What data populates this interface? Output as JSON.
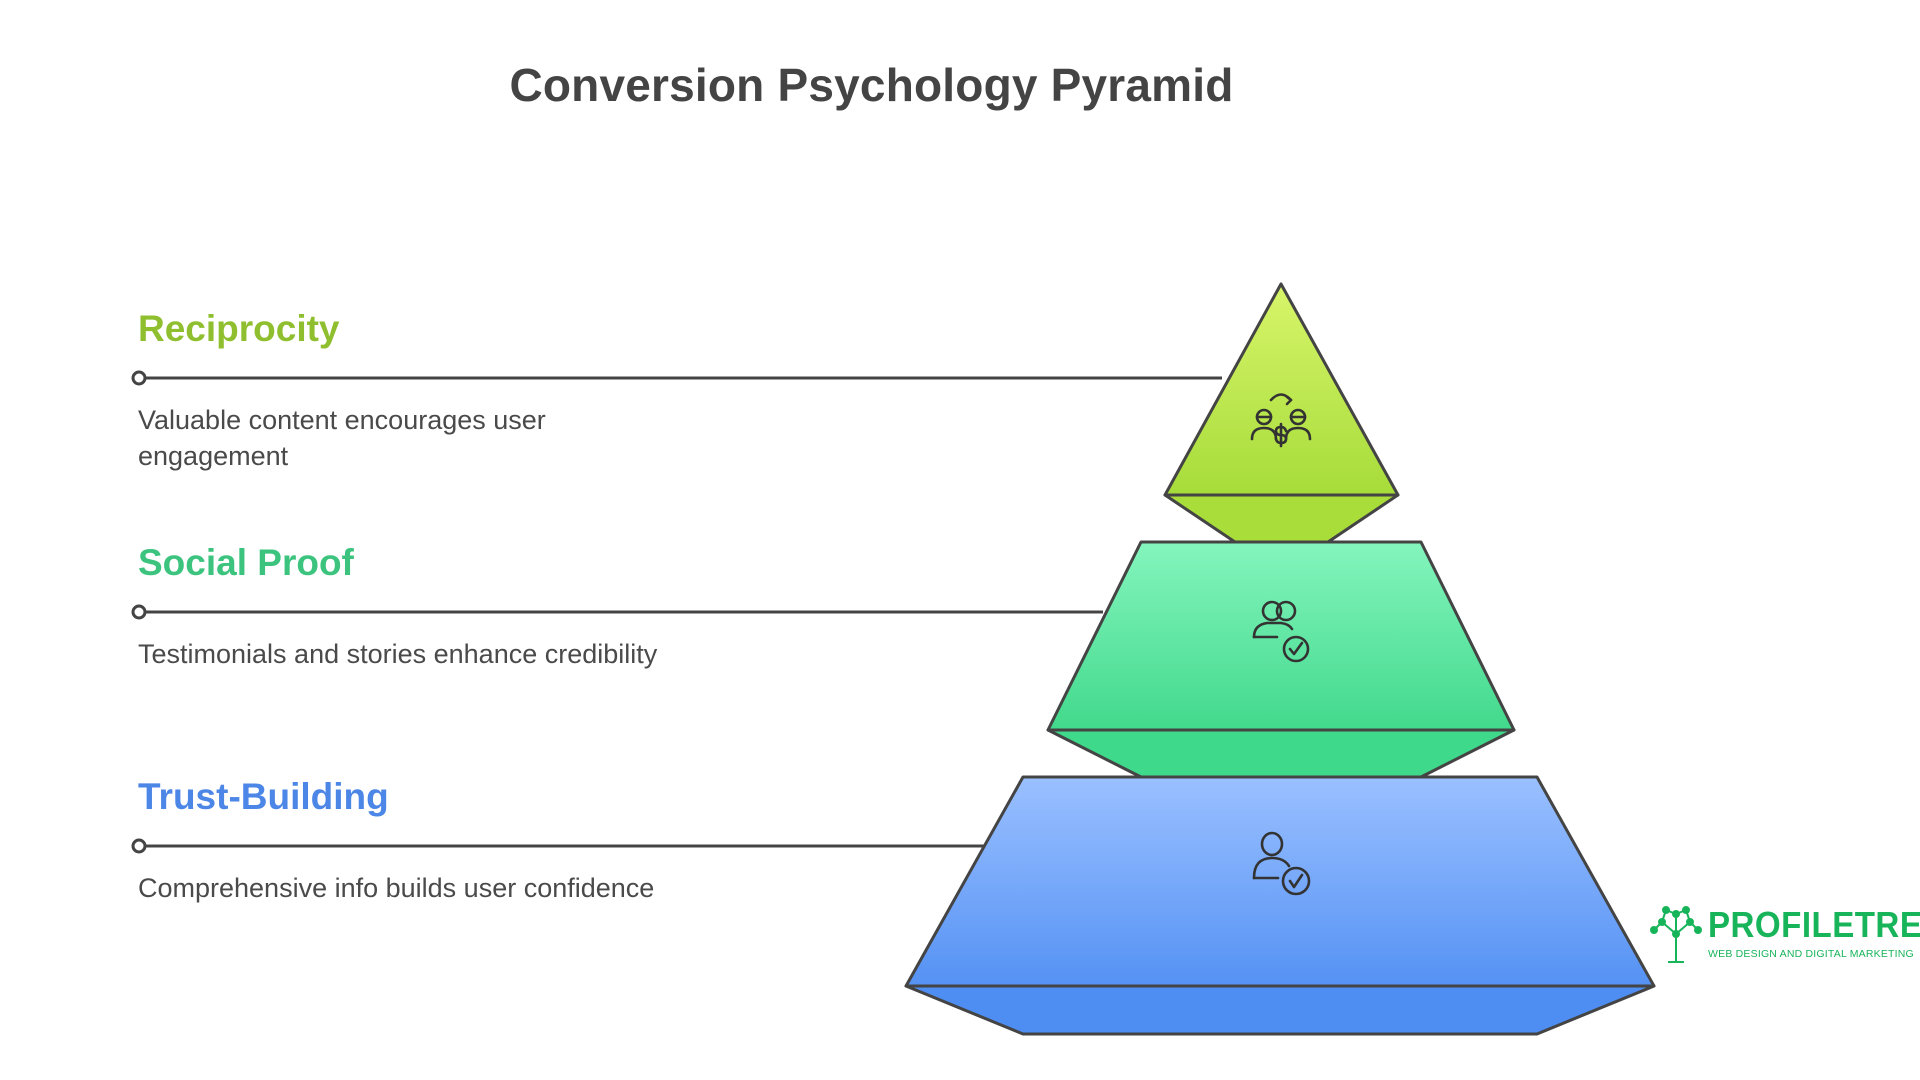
{
  "title": "Conversion Psychology Pyramid",
  "levels": [
    {
      "name": "Reciprocity",
      "description": "Valuable content encourages user engagement",
      "icon": "exchange-people-icon",
      "color": "#8fbf2f"
    },
    {
      "name": "Social Proof",
      "description": "Testimonials and stories enhance credibility",
      "icon": "group-check-icon",
      "color": "#3cc47f"
    },
    {
      "name": "Trust-Building",
      "description": "Comprehensive info builds user confidence",
      "icon": "user-check-icon",
      "color": "#4c86e6"
    }
  ],
  "logo": {
    "name": "PROFILETREE",
    "tagline": "WEB DESIGN AND DIGITAL MARKETING",
    "color": "#17b45a",
    "icon": "tree-network-icon"
  }
}
